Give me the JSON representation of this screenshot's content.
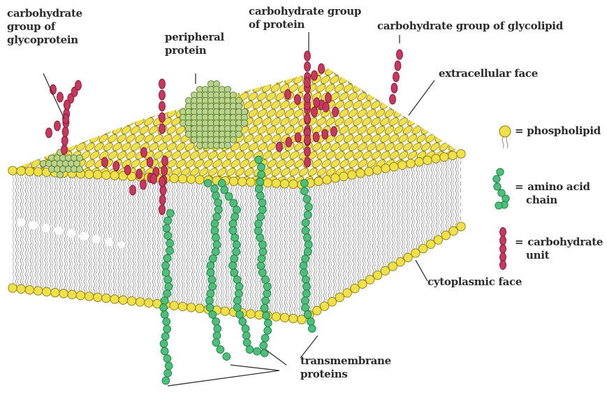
{
  "labels": {
    "glycoprotein": [
      "carbohydrate",
      "group of",
      "glycoprotein"
    ],
    "peripheral": [
      "peripheral",
      "protein"
    ],
    "carb_protein": [
      "carbohydrate group",
      "of protein"
    ],
    "carb_glycolipid": "carbohydrate group of glycolipid",
    "extracellular": "extracellular face",
    "cytoplasmic": "cytoplasmic face",
    "transmembrane": [
      "transmembrane",
      "proteins"
    ]
  },
  "legend": {
    "phospholipid": "= phospholipid",
    "amino_acid": [
      "amino acid",
      "chain"
    ],
    "amino_prefix": "=",
    "carbohydrate": [
      "carbohydrate",
      "unit"
    ],
    "carbohydrate_prefix": "="
  },
  "colors": {
    "head": "#f0e04a",
    "head_stroke": "#8a7a12",
    "tail": "#9a9a9a",
    "amino": "#4cc07a",
    "amino_stroke": "#1f7a45",
    "carb": "#c8375e",
    "carb_stroke": "#7a1a35",
    "peripheral": "#b8d48a",
    "peripheral_stroke": "#5e7a3a"
  }
}
